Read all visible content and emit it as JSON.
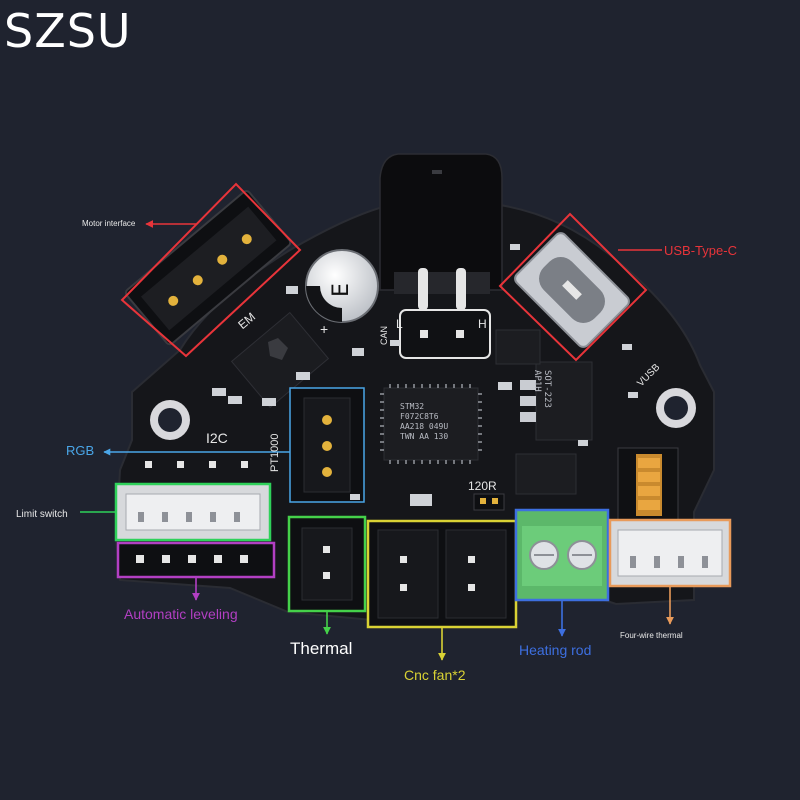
{
  "brand": "SZSU",
  "callouts": {
    "motor_interface": "Motor interface",
    "usb_type_c": "USB-Type-C",
    "rgb": "RGB",
    "limit_switch": "Limit switch",
    "automatic_leveling": "Automatic leveling",
    "thermal": "Thermal",
    "cnc_fan": "Cnc fan*2",
    "heating_rod": "Heating rod",
    "four_wire_thermal": "Four-wire thermal"
  },
  "silkscreen": {
    "i2c": "I2C",
    "pt1000": "PT1000",
    "r120": "120R",
    "can": "CAN",
    "l": "L",
    "h": "H",
    "plus": "+",
    "vusb": "VUSB",
    "em": "EM"
  },
  "chips": {
    "main_mcu": "STM32\nF072C8T6\nAA218 049U\nTWN AA 130",
    "side_chip": "SOT-223\nAP1H"
  },
  "colors": {
    "background": "#1f232f",
    "board": "#15161a",
    "motor": "#e8343a",
    "usb": "#e8343a",
    "rgb": "#4aa6e8",
    "limit_switch": "#2fd15a",
    "automatic_leveling": "#b23fc3",
    "thermal": "#45d14a",
    "cnc_fan": "#d9d234",
    "heating_rod": "#3d6fe0",
    "four_wire_thermal": "#e89a5a"
  }
}
